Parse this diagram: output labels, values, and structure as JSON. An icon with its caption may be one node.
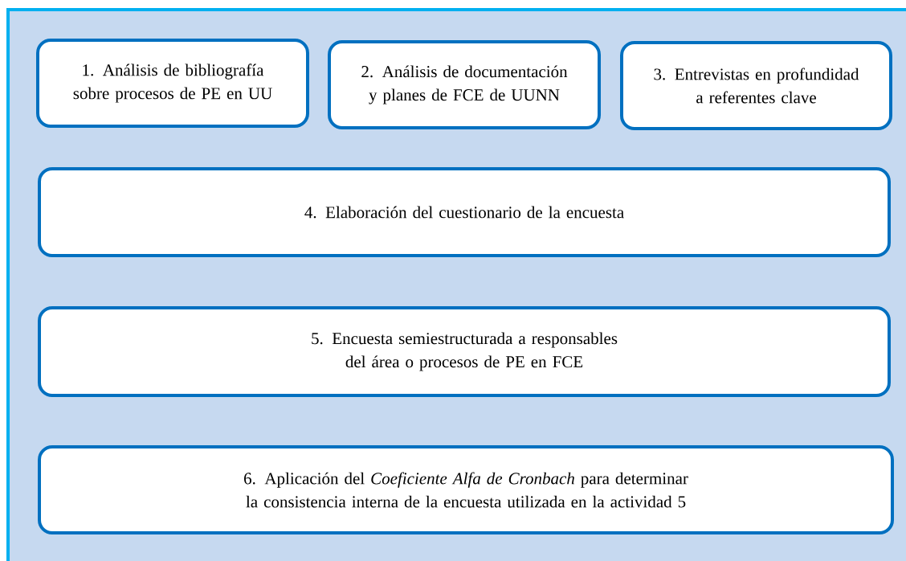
{
  "diagram": {
    "nodes": [
      {
        "text": [
          "1. Análisis de bibliografía sobre procesos de PE en UU"
        ]
      },
      {
        "text": [
          "2. Análisis de documentación y planes de FCE de UUNN"
        ]
      },
      {
        "text": [
          "3. Entrevistas en profundidad a referentes clave"
        ]
      },
      {
        "text": [
          "4. Elaboración del cuestionario de la encuesta"
        ]
      },
      {
        "text": [
          "5. Encuesta semiestructurada a responsables del área o procesos de PE en FCE"
        ]
      },
      {
        "text": [
          "6. Aplicación del *Coeficiente Alfa de Cronbach* para determinar la consistencia interna de la encuesta utilizada en la actividad 5"
        ]
      }
    ]
  }
}
